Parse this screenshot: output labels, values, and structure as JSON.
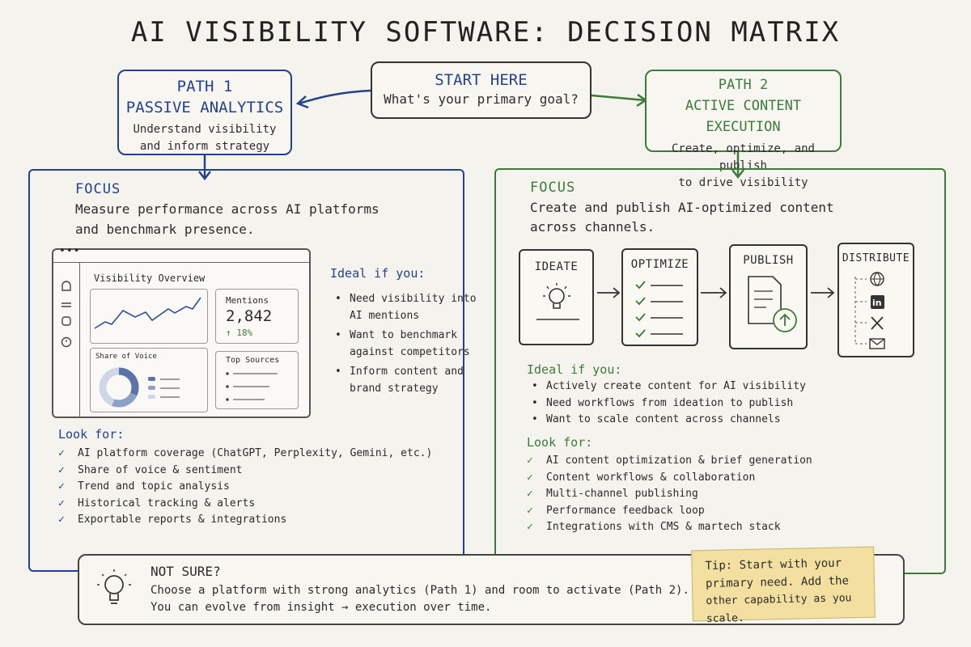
{
  "title": "AI VISIBILITY SOFTWARE: DECISION MATRIX",
  "start": {
    "title": "START HERE",
    "question": "What's your primary goal?"
  },
  "path1": {
    "label": "PATH 1",
    "name": "PASSIVE ANALYTICS",
    "desc_line1": "Understand visibility",
    "desc_line2": "and inform strategy",
    "focus_label": "FOCUS",
    "focus_line1": "Measure performance across AI platforms",
    "focus_line2": "and benchmark presence.",
    "dashboard": {
      "title": "Visibility Overview",
      "mentions_label": "Mentions",
      "mentions_value": "2,842",
      "mentions_change": "↑ 18%",
      "share_label": "Share of Voice",
      "sources_label": "Top Sources"
    },
    "ideal_label": "Ideal if you:",
    "ideal": [
      {
        "l1": "Need visibility into",
        "l2": "AI mentions"
      },
      {
        "l1": "Want to benchmark",
        "l2": "against competitors"
      },
      {
        "l1": "Inform content and",
        "l2": "brand strategy"
      }
    ],
    "look_label": "Look for:",
    "look": [
      "AI platform coverage (ChatGPT, Perplexity, Gemini, etc.)",
      "Share of voice & sentiment",
      "Trend and topic analysis",
      "Historical tracking & alerts",
      "Exportable reports & integrations"
    ]
  },
  "path2": {
    "label": "PATH 2",
    "name": "ACTIVE CONTENT EXECUTION",
    "desc_line1": "Create, optimize, and publish",
    "desc_line2": "to drive visibility",
    "focus_label": "FOCUS",
    "focus_line1": "Create and publish AI-optimized content",
    "focus_line2": "across channels.",
    "steps": [
      "IDEATE",
      "OPTIMIZE",
      "PUBLISH",
      "DISTRIBUTE"
    ],
    "ideal_label": "Ideal if you:",
    "ideal": [
      "Actively create content for AI visibility",
      "Need workflows from ideation to publish",
      "Want to scale content across channels"
    ],
    "look_label": "Look for:",
    "look": [
      "AI content optimization & brief generation",
      "Content workflows & collaboration",
      "Multi-channel publishing",
      "Performance feedback loop",
      "Integrations with CMS & martech stack"
    ]
  },
  "not_sure": {
    "title": "NOT SURE?",
    "line1": "Choose a platform with strong analytics (Path 1) and room to activate (Path 2).",
    "line2": "You can evolve from insight → execution over time."
  },
  "tip": {
    "line1": "Tip: Start with your",
    "line2": "primary need. Add the",
    "line3": "other capability as you scale."
  },
  "colors": {
    "path1": "#23418f",
    "path2": "#3e7a3b",
    "tip": "#f3dfa0"
  }
}
